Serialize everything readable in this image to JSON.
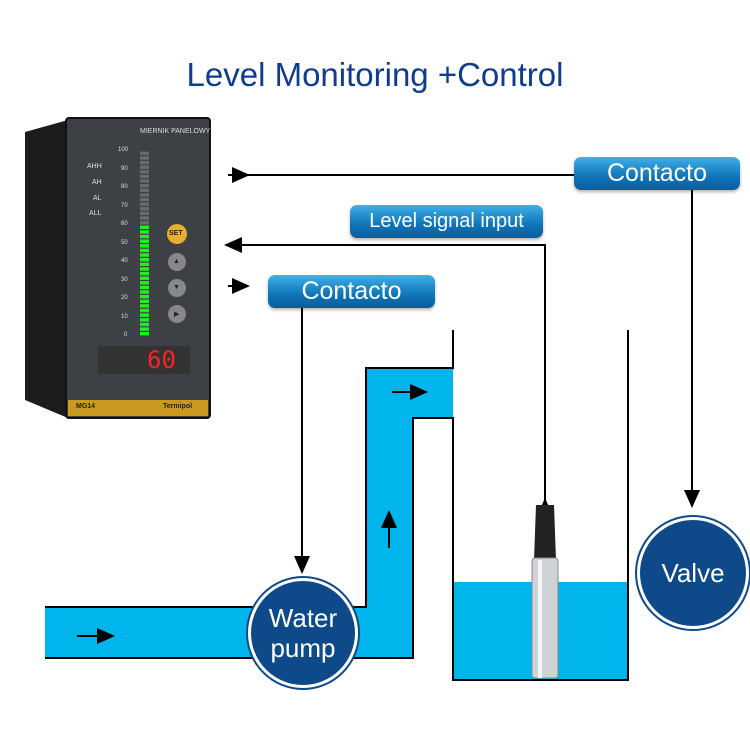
{
  "title": "Level Monitoring +Control",
  "labels": {
    "contact_top": "Contacto",
    "level_signal": "Level signal input",
    "contact_mid": "Contacto",
    "pump": "Water pump",
    "valve": "Valve"
  },
  "meter": {
    "brand_header": "MIERNIK PANELOWY",
    "model": "MG14",
    "maker": "Termipol",
    "alarms": [
      "AHH",
      "AH",
      "AL",
      "ALL"
    ],
    "scale": [
      "100",
      "90",
      "80",
      "70",
      "60",
      "50",
      "40",
      "30",
      "20",
      "10",
      "0"
    ],
    "bar_level_percent": 60,
    "display": "60",
    "buttons": [
      "SET",
      "▲",
      "▼",
      "▶"
    ]
  },
  "colors": {
    "water": "#00b4ec",
    "title": "#0d3d8c",
    "circle": "#0e4a8a",
    "bar": "#22ee22"
  }
}
